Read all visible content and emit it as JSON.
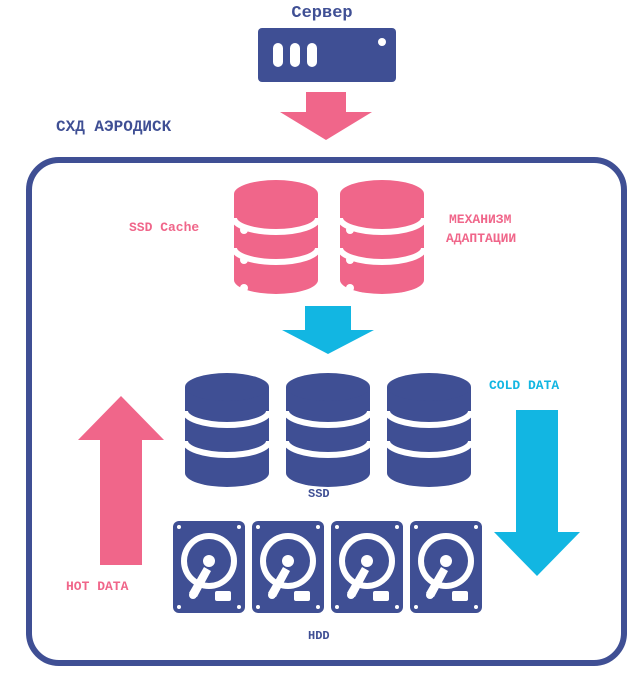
{
  "server": {
    "label": "Сервер",
    "icon": "server-rack-icon"
  },
  "storage": {
    "label": "СХД АЭРОДИСК"
  },
  "cache": {
    "label": "SSD Cache",
    "icon": "database-icon"
  },
  "adaptation": {
    "line1": "МЕХАНИЗМ",
    "line2": "АДАПТАЦИИ"
  },
  "ssd": {
    "label": "SSD",
    "icon": "database-icon"
  },
  "hdd": {
    "label": "HDD",
    "icon": "hard-drive-icon"
  },
  "hot_data": {
    "label": "HOT DATA"
  },
  "cold_data": {
    "label": "COLD DATA"
  },
  "colors": {
    "primary": "#3f4f94",
    "pink": "#f0668a",
    "cyan": "#12b6e2"
  }
}
